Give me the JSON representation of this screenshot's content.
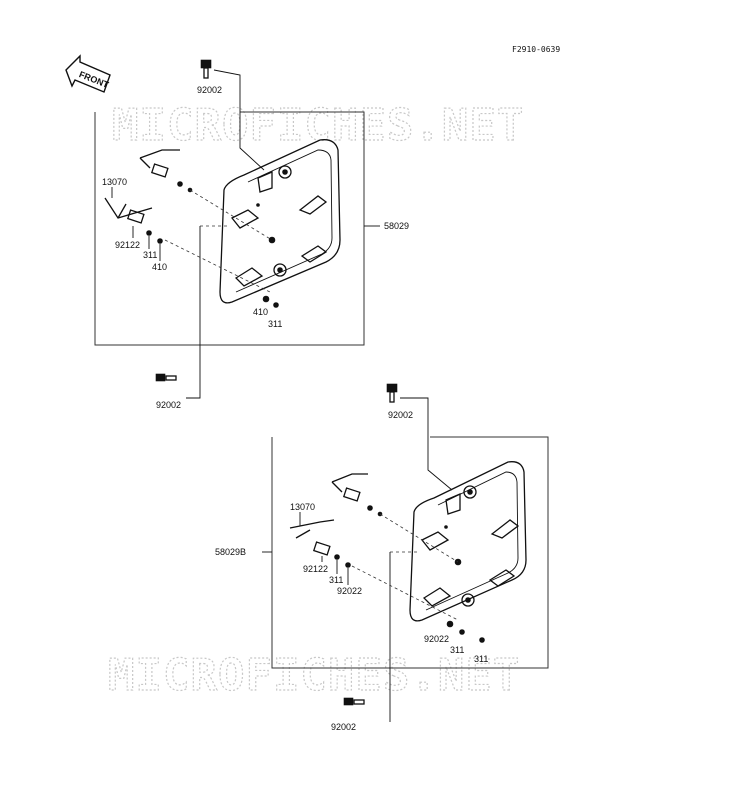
{
  "figure_code": "F2910-0639",
  "watermark": "MICROFICHES.NET",
  "front_label": "FRONT",
  "top_assembly": {
    "assembly_part": "58029",
    "parts": [
      "92002",
      "13070",
      "92122",
      "311",
      "410",
      "410",
      "311",
      "92002"
    ]
  },
  "bottom_assembly": {
    "assembly_part": "58029B",
    "parts": [
      "92002",
      "13070",
      "92122",
      "311",
      "92022",
      "92022",
      "311",
      "311",
      "92002"
    ]
  }
}
